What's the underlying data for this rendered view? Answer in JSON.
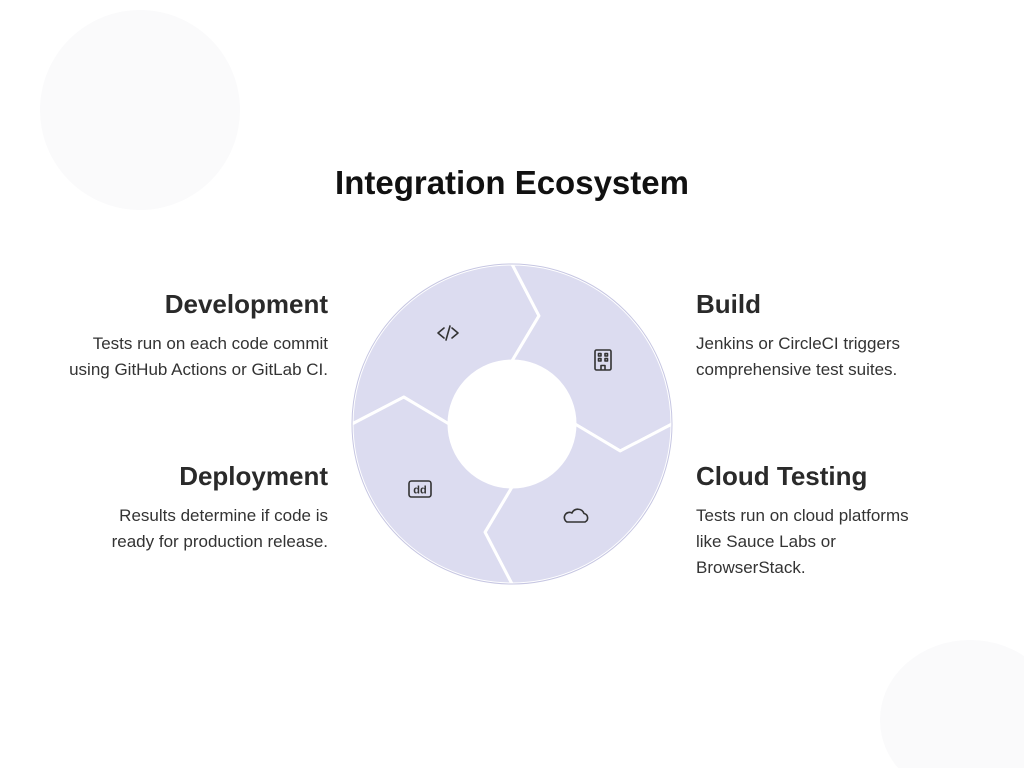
{
  "title": "Integration Ecosystem",
  "colors": {
    "segment_fill": "#dcdcf0",
    "segment_stroke": "#c6c6e2",
    "icon": "#333333",
    "background": "#ffffff"
  },
  "stages": [
    {
      "title": "Development",
      "description_lines": [
        "Tests run on each code commit",
        "using GitHub Actions or GitLab CI."
      ],
      "icon": "code-icon"
    },
    {
      "title": "Build",
      "description_lines": [
        "Jenkins or CircleCI triggers",
        "comprehensive test suites."
      ],
      "icon": "building-icon"
    },
    {
      "title": "Cloud Testing",
      "description_lines": [
        "Tests run on cloud platforms",
        "like Sauce Labs or",
        "BrowserStack."
      ],
      "icon": "cloud-icon"
    },
    {
      "title": "Deployment",
      "description_lines": [
        "Results determine if code is",
        "ready for production release."
      ],
      "icon": "datadog-icon"
    }
  ]
}
